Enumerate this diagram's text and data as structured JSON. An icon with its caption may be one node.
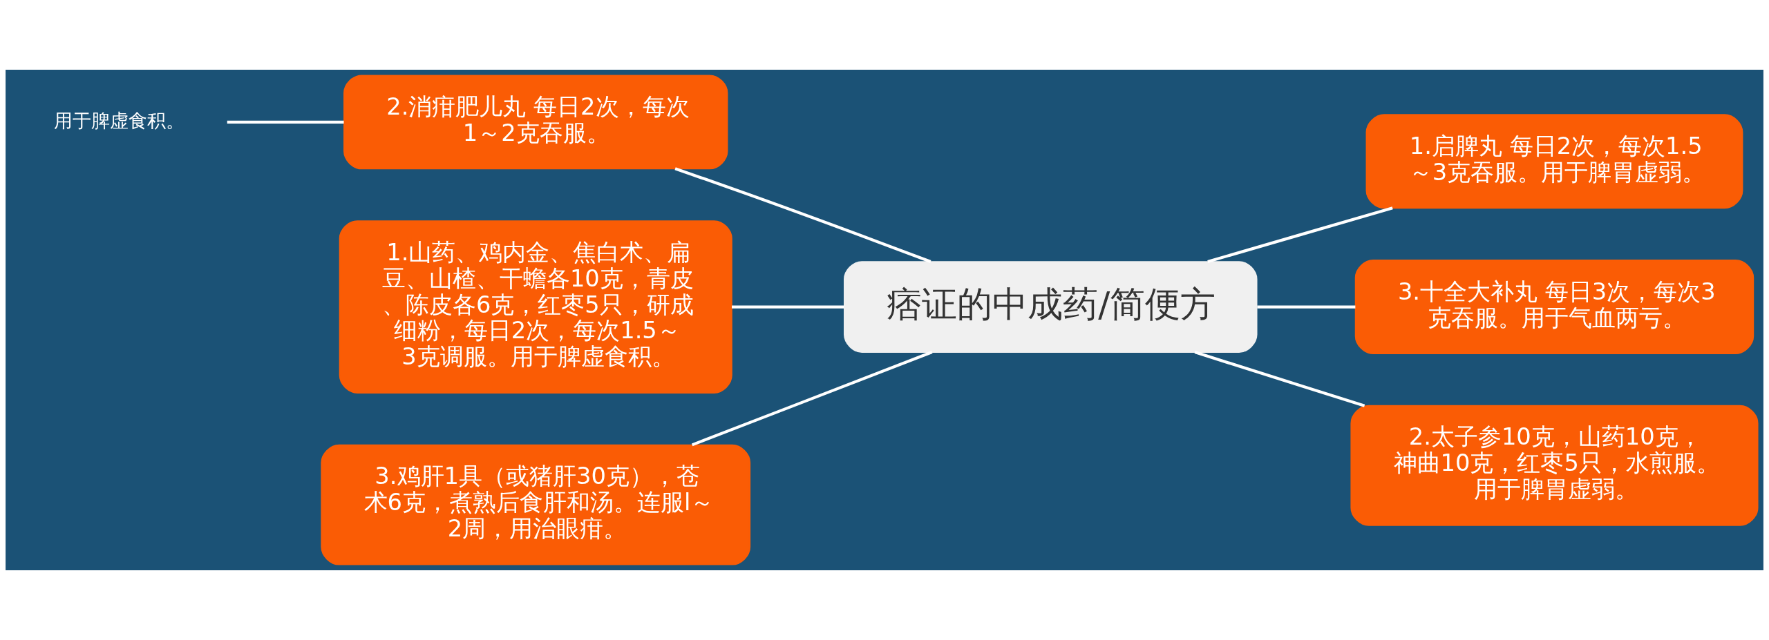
{
  "diagram": {
    "nodes": [
      {
        "text": [
          "痞证的中成药/简便方"
        ]
      },
      {
        "text": [
          "2.消疳肥儿丸 每日2次，每次1～2克吞服。"
        ]
      },
      {
        "text": [
          "用于脾虚食积。"
        ]
      },
      {
        "text": [
          "1.山药、鸡内金、焦白术、扁豆、山楂、干蟾各10克，青皮、陈皮各6克，红枣5只，研成细粉，每日2次，每次1.5～3克调服。用于脾虚食积。"
        ]
      },
      {
        "text": [
          "3.鸡肝1具（或猪肝30克），苍术6克，煮熟后食肝和汤。连服l～2周，用治眼疳。"
        ]
      },
      {
        "text": [
          "1.启脾丸 每日2次，每次1.5～3克吞服。用于脾胃虚弱。"
        ]
      },
      {
        "text": [
          "3.十全大补丸 每日3次，每次3克吞服。用于气血两亏。"
        ]
      },
      {
        "text": [
          "2.太子参10克，山药10克，神曲10克，红枣5只，水煎服。用于脾胃虚弱。"
        ]
      }
    ],
    "edges": [
      {
        "from": 0,
        "to": 1,
        "arrow": "none"
      },
      {
        "from": 1,
        "to": 2,
        "arrow": "none"
      },
      {
        "from": 0,
        "to": 3,
        "arrow": "none"
      },
      {
        "from": 0,
        "to": 4,
        "arrow": "none"
      },
      {
        "from": 0,
        "to": 5,
        "arrow": "none"
      },
      {
        "from": 0,
        "to": 6,
        "arrow": "none"
      },
      {
        "from": 0,
        "to": 7,
        "arrow": "none"
      }
    ]
  }
}
